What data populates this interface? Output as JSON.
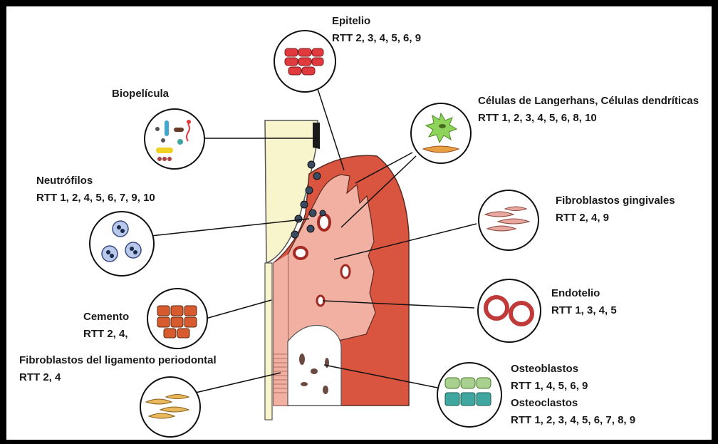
{
  "labels": {
    "epitelio": {
      "name": "Epitelio",
      "rtt": "RTT 2, 3, 4, 5, 6, 9"
    },
    "langerhans": {
      "name": "Células de Langerhans, Células dendríticas",
      "rtt": "RTT 1, 2, 3, 4, 5, 6, 8, 10"
    },
    "biopelicula": {
      "name": "Biopelícula"
    },
    "neutrofilos": {
      "name": "Neutrófilos",
      "rtt": "RTT 1, 2, 4, 5, 6, 7, 9, 10"
    },
    "fibro_gingivales": {
      "name": "Fibroblastos gingivales",
      "rtt": "RTT 2, 4, 9"
    },
    "endotelio": {
      "name": "Endotelio",
      "rtt": "RTT 1, 3, 4, 5"
    },
    "cemento": {
      "name": "Cemento",
      "rtt": "RTT 2, 4,"
    },
    "fibro_ligamento": {
      "name": "Fibroblastos del ligamento periodontal",
      "rtt": "RTT 2, 4"
    },
    "osteoblastos": {
      "name": "Osteoblastos",
      "rtt": "RTT 1, 4, 5, 6, 9"
    },
    "osteoclastos": {
      "name": "Osteoclastos",
      "rtt": "RTT 1, 2, 3, 4, 5, 6, 7, 8, 9"
    }
  },
  "colors": {
    "gingiva_dark": "#d9553f",
    "gingiva_light": "#f2b0a3",
    "tooth": "#f8f5cc",
    "bone": "#ffffff",
    "epithelium_cell": "#e03a3e",
    "neutrophil": "#b9c9ec",
    "cementum_cell": "#d85a2f",
    "fibroblast": "#e8b85a",
    "osteoblast": "#a9d08e",
    "osteoclast": "#3fa7a0",
    "langerhans": "#8ed35a"
  }
}
